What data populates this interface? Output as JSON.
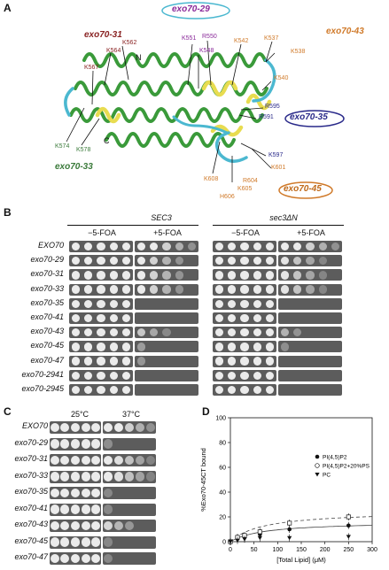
{
  "panelA": {
    "label": "A",
    "mutant_labels": {
      "m29": "exo70-29",
      "m31": "exo70-31",
      "m43": "exo70-43",
      "m35": "exo70-35",
      "m33": "exo70-33",
      "m45": "exo70-45"
    },
    "terminus": {
      "n": "N",
      "c": "C"
    },
    "residues": {
      "K551": "K551",
      "R550": "R550",
      "K548": "K548",
      "K562": "K562",
      "K564": "K564",
      "K567": "K567",
      "K542": "K542",
      "K537": "K537",
      "K538": "K538",
      "K540": "K540",
      "R595": "R595",
      "R591": "R591",
      "K597": "K597",
      "K574": "K574",
      "K578": "K578",
      "K601": "K601",
      "K608": "K608",
      "R604": "R604",
      "K605": "K605",
      "H606": "H606"
    },
    "colors": {
      "helix_green": "#3a9a3a",
      "helix_yellow": "#e8dc50",
      "helix_cyan": "#4bb8d0",
      "m29": "#8a2a9a",
      "m31": "#8a2424",
      "m43": "#d07a2a",
      "m35": "#2a2a8a",
      "m33": "#3a7a3a",
      "m45": "#c06a1a"
    }
  },
  "panelB": {
    "label": "B",
    "groups": [
      "SEC3",
      "sec3ΔN"
    ],
    "conditions": [
      "−5-FOA",
      "+5-FOA"
    ],
    "strains": [
      "EXO70",
      "exo70-29",
      "exo70-31",
      "exo70-33",
      "exo70-35",
      "exo70-41",
      "exo70-43",
      "exo70-45",
      "exo70-47",
      "exo70-2941",
      "exo70-2945"
    ],
    "growth_plus_foa_sec3": [
      1,
      0.8,
      0.8,
      0.8,
      0,
      0,
      0.5,
      0.2,
      0.15,
      0,
      0
    ],
    "growth_plus_foa_sec3dn": [
      1,
      0.7,
      0.7,
      0.7,
      0,
      0,
      0.35,
      0.1,
      0,
      0,
      0
    ]
  },
  "panelC": {
    "label": "C",
    "temperatures": [
      "25°C",
      "37°C"
    ],
    "strains": [
      "EXO70",
      "exo70-29",
      "exo70-31",
      "exo70-33",
      "exo70-35",
      "exo70-41",
      "exo70-43",
      "exo70-45",
      "exo70-47"
    ],
    "growth_37": [
      1,
      0.1,
      0.9,
      0.9,
      0.05,
      0.05,
      0.6,
      0.05,
      0.05
    ]
  },
  "panelD": {
    "label": "D",
    "chart_data": {
      "type": "scatter",
      "ylabel": "%Exo70-45CT bound",
      "xlabel": "[Total Lipid] (μM)",
      "xlim": [
        0,
        300
      ],
      "ylim": [
        0,
        100
      ],
      "xticks": [
        "0",
        "50",
        "100",
        "150",
        "200",
        "250",
        "300"
      ],
      "yticks": [
        "0",
        "20",
        "40",
        "60",
        "80",
        "100"
      ],
      "legend_position": "right",
      "series": [
        {
          "name": "PI(4,5)P2",
          "marker": "filled-circle",
          "x": [
            0,
            15,
            30,
            62.5,
            125,
            250
          ],
          "y": [
            0,
            3,
            4,
            6,
            10,
            13
          ]
        },
        {
          "name": "PI(4,5)P2+20%PS",
          "marker": "open-circle",
          "x": [
            0,
            15,
            30,
            62.5,
            125,
            250
          ],
          "y": [
            0,
            3.5,
            5,
            8,
            15,
            20
          ]
        },
        {
          "name": "PC",
          "marker": "filled-triangle",
          "x": [
            0,
            15,
            30,
            62.5,
            125,
            250
          ],
          "y": [
            0,
            1,
            2,
            3,
            3,
            4
          ]
        }
      ]
    }
  }
}
